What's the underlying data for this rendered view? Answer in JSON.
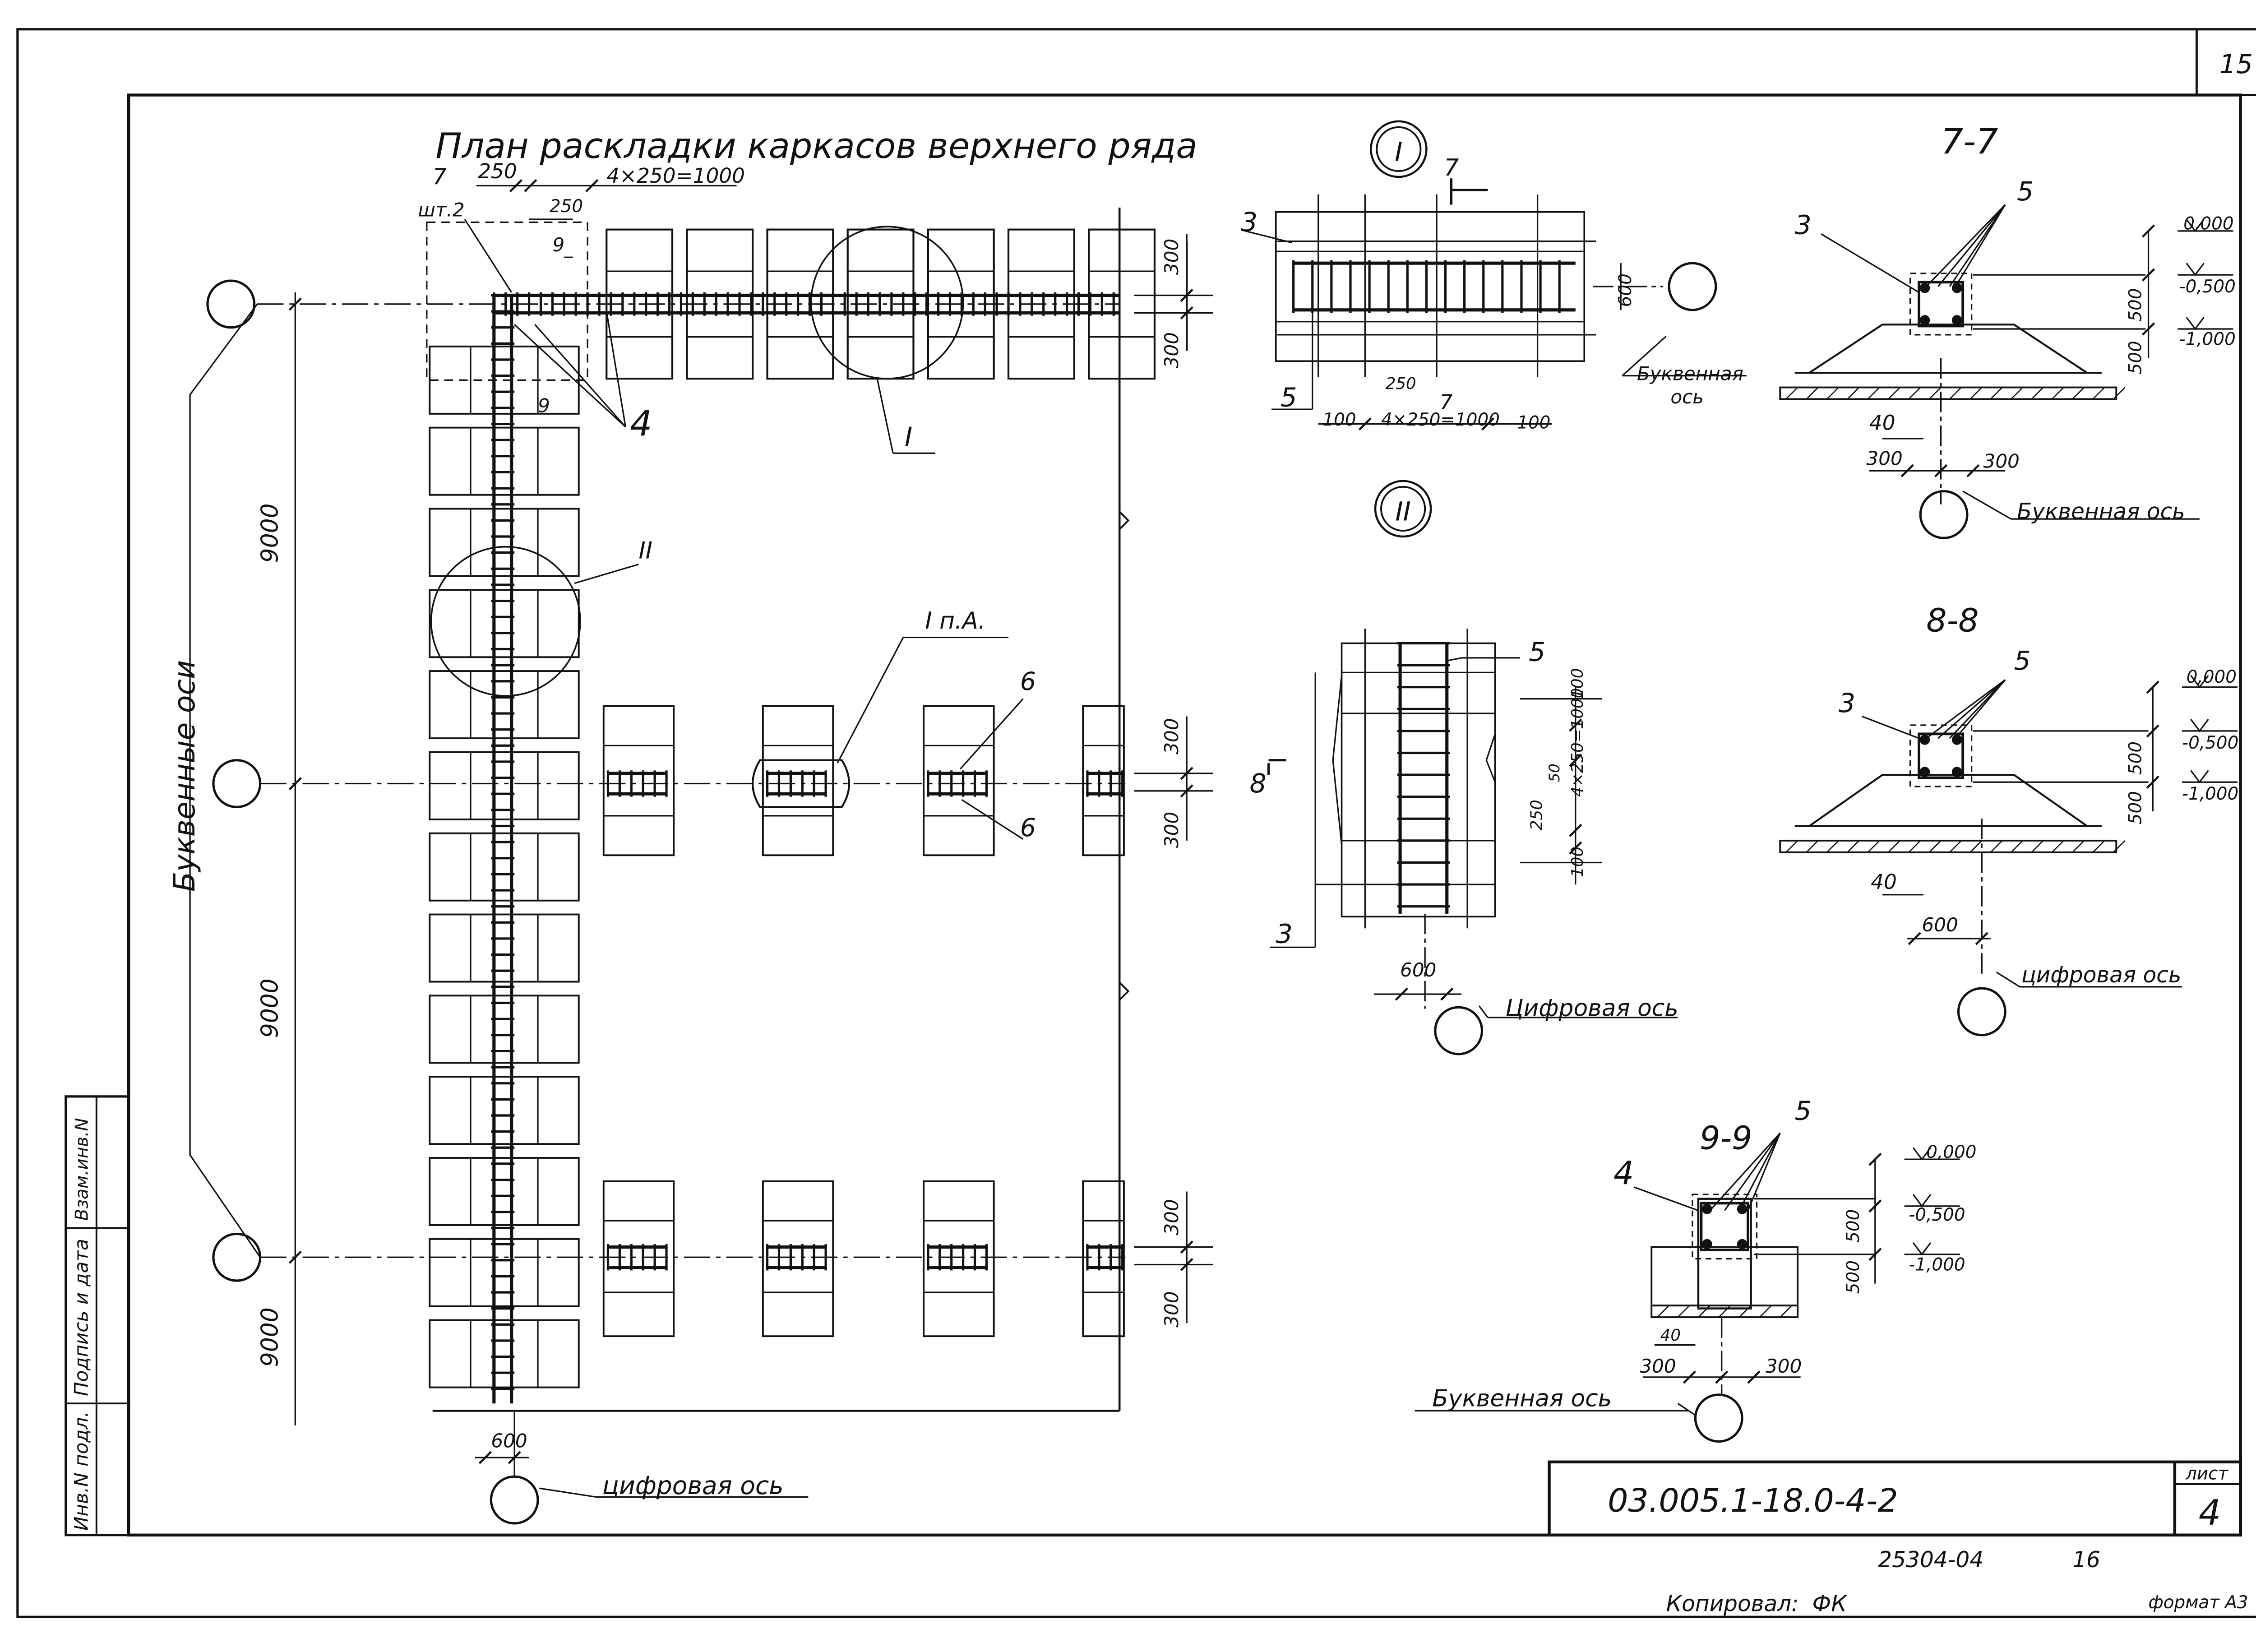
{
  "sheet": {
    "page_number": "15",
    "title": "План раскладки каркасов верхнего ряда",
    "code": "03.005.1-18.0-4-2",
    "list_label": "лист",
    "list_number": "4",
    "order_no": "25304-04",
    "order_page": "16",
    "copied": "Копировал:",
    "copied_sign": "ФК",
    "format": "формат А3"
  },
  "side_stamp": {
    "inv_podl": "Инв.N подл.",
    "sign_date": "Подпись и дата",
    "vzam_inv": "Взам.инв.N"
  },
  "plan": {
    "axis_group": "Буквенные оси",
    "axis_digit": "цифровая ось",
    "spans": [
      "9000",
      "9000",
      "9000"
    ],
    "dims": {
      "d250": "250",
      "d250b": "250",
      "d4x250": "4×250=1000",
      "d300": "300",
      "d600": "600"
    },
    "marks": {
      "m7": "7",
      "sht2": "шт.2",
      "m9a": "9",
      "m9b": "9",
      "m4": "4",
      "m6a": "6",
      "m6b": "6"
    },
    "callouts": {
      "c1": "I",
      "c2": "II",
      "c1pa": "I п.А."
    }
  },
  "node1": {
    "label": "I",
    "cut": "7",
    "pos3": "3",
    "pos5": "5",
    "axis": [
      "Буквенная",
      "ось"
    ],
    "dims": {
      "d100a": "100",
      "d250": "250",
      "d4x250": "4×250=1000",
      "d100b": "100",
      "d600": "600"
    },
    "cut_bottom": "7"
  },
  "node2": {
    "label": "II",
    "cut": "8",
    "pos3": "3",
    "pos5": "5",
    "axis": "Цифровая ось",
    "dims": {
      "d100a": "100",
      "d4x250": "4×250=1000",
      "d250": "250",
      "d50": "50",
      "d100b": "100",
      "d600": "600"
    }
  },
  "sec77": {
    "title": "7-7",
    "pos3": "3",
    "pos5": "5",
    "lvl0": "0,000",
    "lvl1": "-0,500",
    "lvl2": "-1,000",
    "d500a": "500",
    "d500b": "500",
    "d40": "40",
    "d300a": "300",
    "d300b": "300",
    "axis": "Буквенная ось"
  },
  "sec88": {
    "title": "8-8",
    "pos3": "3",
    "pos5": "5",
    "lvl0": "0,000",
    "lvl1": "-0,500",
    "lvl2": "-1,000",
    "d500a": "500",
    "d500b": "500",
    "d40": "40",
    "d600": "600",
    "axis": "цифровая ось"
  },
  "sec99": {
    "title": "9-9",
    "pos4": "4",
    "pos5": "5",
    "lvl0": "0,000",
    "lvl1": "-0,500",
    "lvl2": "-1,000",
    "d500a": "500",
    "d500b": "500",
    "d40": "40",
    "d300a": "300",
    "d300b": "300",
    "axis": "Буквенная ось"
  }
}
